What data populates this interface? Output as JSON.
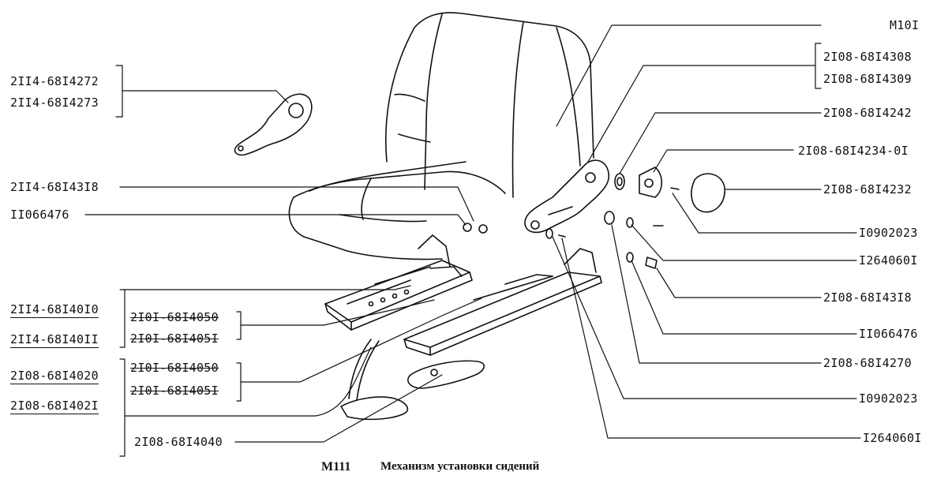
{
  "caption": {
    "code": "M111",
    "title": "Механизм установки сидений"
  },
  "labels": {
    "m101": "M10I",
    "r0a": "2I08-68I4308",
    "r0b": "2I08-68I4309",
    "r1": "2I08-68I4242",
    "r2": "2I08-68I4234-0I",
    "r3": "2I08-68I4232",
    "r4": "I0902023",
    "r5": "I264060I",
    "r6": "2I08-68I43I8",
    "r7": "II066476",
    "r8": "2I08-68I4270",
    "r9": "I0902023",
    "r10": "I264060I",
    "l0a": "2II4-68I4272",
    "l0b": "2II4-68I4273",
    "l1": "2II4-68I43I8",
    "l2": "II066476",
    "l3a": "2II4-68I40I0",
    "l3b": "2II4-68I40II",
    "l4a": "2I08-68I4020",
    "l4b": "2I08-68I402I",
    "m1a": "2I0I-68I4050",
    "m1b": "2I0I-68I405I",
    "m2a": "2I0I-68I4050",
    "m2b": "2I0I-68I405I",
    "m3": "2I08-68I4040"
  }
}
